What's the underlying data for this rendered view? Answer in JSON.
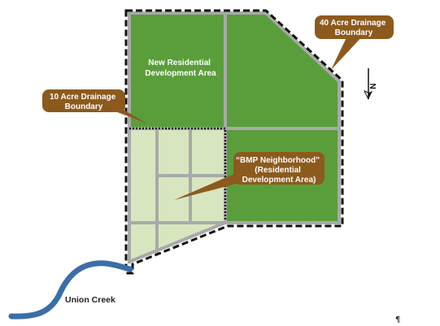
{
  "map": {
    "labels": {
      "new_residential_line1": "New Residential",
      "new_residential_line2": "Development Area",
      "callout_10_acre_line1": "10 Acre Drainage",
      "callout_10_acre_line2": "Boundary",
      "callout_40_acre_line1": "40 Acre Drainage",
      "callout_40_acre_line2": "Boundary",
      "callout_bmp_line1": "“BMP Neighborhood”",
      "callout_bmp_line2": "(Residential",
      "callout_bmp_line3": "Development Area)",
      "creek": "Union Creek",
      "north_arrow": "N"
    },
    "colors": {
      "residential_green": "#5a9e3b",
      "bmp_neighborhood_light": "#d8e6bf",
      "streets_gray": "#a9a9a9",
      "boundary_dashed": "#111111",
      "callout_brown": "#8c5a1d",
      "creek_blue": "#3b6ea9"
    }
  }
}
